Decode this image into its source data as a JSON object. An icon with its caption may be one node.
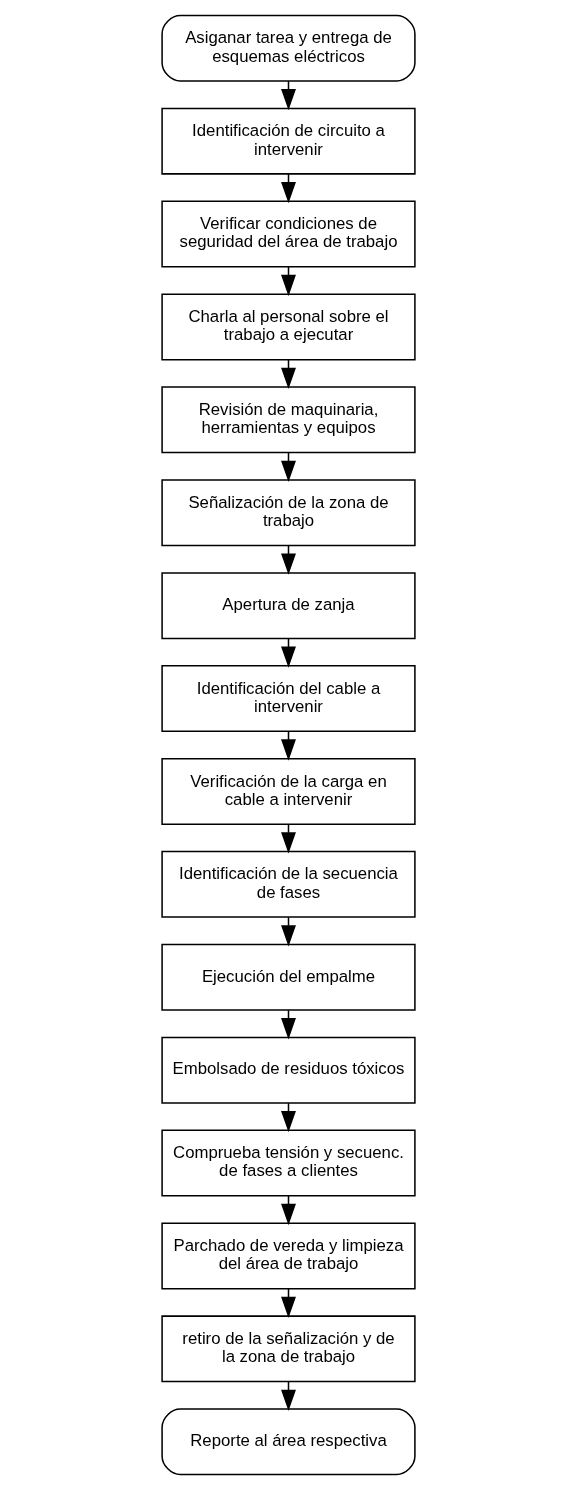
{
  "diagram": {
    "nodes": [
      {
        "text": [
          "Asiganar tarea y entrega de esquemas eléctricos"
        ]
      },
      {
        "text": [
          "Identificación de circuito a intervenir"
        ]
      },
      {
        "text": [
          "Verificar condiciones de seguridad del área de trabajo"
        ]
      },
      {
        "text": [
          "Charla al personal sobre el trabajo a ejecutar"
        ]
      },
      {
        "text": [
          "Revisión de maquinaria, herramientas y equipos"
        ]
      },
      {
        "text": [
          "Señalización de la zona de trabajo"
        ]
      },
      {
        "text": [
          "Apertura de zanja"
        ]
      },
      {
        "text": [
          "Identificación del cable a intervenir"
        ]
      },
      {
        "text": [
          "Verificación de la carga en cable a intervenir"
        ]
      },
      {
        "text": [
          "Identificación de la secuencia de fases"
        ]
      },
      {
        "text": [
          "Ejecución del empalme"
        ]
      },
      {
        "text": [
          "Embolsado de residuos tóxicos"
        ]
      },
      {
        "text": [
          "Comprueba tensión y secuenc. de fases a clientes"
        ]
      },
      {
        "text": [
          "Parchado de vereda y limpieza del área de trabajo"
        ]
      },
      {
        "text": [
          "retiro de la señalización y de la zona de trabajo"
        ]
      },
      {
        "text": [
          "Reporte al área respectiva"
        ]
      }
    ],
    "edges": [
      {
        "from": 0,
        "to": 1,
        "arrow": "to"
      },
      {
        "from": 1,
        "to": 2,
        "arrow": "to"
      },
      {
        "from": 2,
        "to": 3,
        "arrow": "to"
      },
      {
        "from": 3,
        "to": 4,
        "arrow": "to"
      },
      {
        "from": 4,
        "to": 5,
        "arrow": "to"
      },
      {
        "from": 5,
        "to": 6,
        "arrow": "to"
      },
      {
        "from": 6,
        "to": 7,
        "arrow": "to"
      },
      {
        "from": 7,
        "to": 8,
        "arrow": "to"
      },
      {
        "from": 8,
        "to": 9,
        "arrow": "to"
      },
      {
        "from": 9,
        "to": 10,
        "arrow": "to"
      },
      {
        "from": 10,
        "to": 11,
        "arrow": "to"
      },
      {
        "from": 11,
        "to": 12,
        "arrow": "to"
      },
      {
        "from": 12,
        "to": 13,
        "arrow": "to"
      },
      {
        "from": 13,
        "to": 14,
        "arrow": "to"
      },
      {
        "from": 14,
        "to": 15,
        "arrow": "to"
      }
    ]
  }
}
